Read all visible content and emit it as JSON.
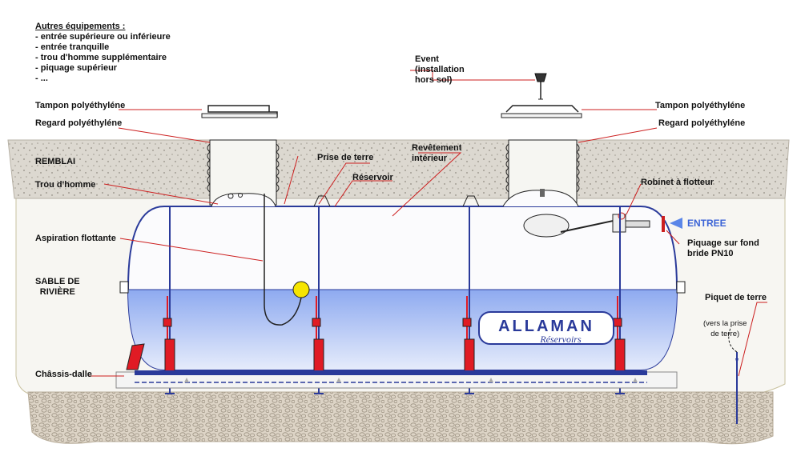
{
  "equipment_list": {
    "title": "Autres équipements :",
    "items": [
      "- entrée supérieure ou inférieure",
      "- entrée tranquille",
      "- trou d'homme supplémentaire",
      "- piquage supérieur",
      "- ..."
    ]
  },
  "labels": {
    "event": "Event\n(installation\nhors sol)",
    "tampon_left": "Tampon polyéthyléne",
    "tampon_right": "Tampon polyéthyléne",
    "regard_left": "Regard polyéthyléne",
    "regard_right": "Regard polyéthyléne",
    "remblai": "REMBLAI",
    "prise_de_terre": "Prise de terre",
    "revetement": "Revêtement\nintérieur",
    "reservoir": "Réservoir",
    "trou_homme": "Trou d'homme",
    "robinet": "Robinet à flotteur",
    "entree": "ENTREE",
    "piquage": "Piquage sur fond\nbride PN10",
    "aspiration": "Aspiration flottante",
    "sable": "SABLE DE\nRIVIÈRE",
    "piquet": "Piquet de terre",
    "piquet_note": "(vers la prise\nde terre)",
    "chassis": "Châssis-dalle"
  },
  "brand": {
    "name": "ALLAMAN",
    "tagline": "Réservoirs"
  },
  "colors": {
    "leader_line": "#cc1f1f",
    "tank_outline": "#2a3a9a",
    "liquid": "#9fb6ef",
    "support_red": "#e01b24",
    "soil": "#d9d4ca",
    "gravel": "#d8cfc2",
    "entree_arrow": "#5a86e8"
  }
}
